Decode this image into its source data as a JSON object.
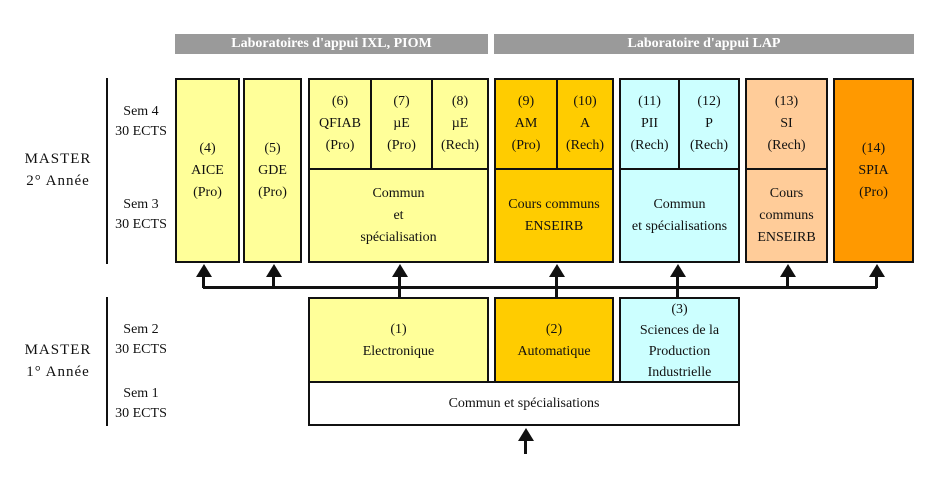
{
  "banners": {
    "left": "Laboratoires d'appui IXL, PIOM",
    "right": "Laboratoire d'appui LAP"
  },
  "master2": {
    "title_line1": "MASTER",
    "title_line2": "2° Année",
    "sem4": "Sem 4",
    "sem4_ects": "30 ECTS",
    "sem3": "Sem 3",
    "sem3_ects": "30 ECTS"
  },
  "master1": {
    "title_line1": "MASTER",
    "title_line2": "1° Année",
    "sem2": "Sem 2",
    "sem2_ects": "30 ECTS",
    "sem1": "Sem 1",
    "sem1_ects": "30 ECTS"
  },
  "boxes": {
    "b4": [
      "(4)",
      "AICE",
      "(Pro)"
    ],
    "b5": [
      "(5)",
      "GDE",
      "(Pro)"
    ],
    "b6": [
      "(6)",
      "QFIAB",
      "(Pro)"
    ],
    "b7": [
      "(7)",
      "µE",
      "(Pro)"
    ],
    "b8": [
      "(8)",
      "µE",
      "(Rech)"
    ],
    "b9": [
      "(9)",
      "AM",
      "(Pro)"
    ],
    "b10": [
      "(10)",
      "A",
      "(Rech)"
    ],
    "b11": [
      "(11)",
      "PII",
      "(Rech)"
    ],
    "b12": [
      "(12)",
      "P",
      "(Rech)"
    ],
    "b13": [
      "(13)",
      "SI",
      "(Rech)"
    ],
    "b14": [
      "(14)",
      "SPIA",
      "(Pro)"
    ],
    "commun_et_spec": [
      "Commun",
      "et",
      "spécialisation"
    ],
    "cours_enseirb_a": [
      "Cours communs",
      "ENSEIRB"
    ],
    "commun_spec_c": [
      "Commun",
      "et spécialisations"
    ],
    "cours_enseirb_b": [
      "Cours",
      "communs",
      "ENSEIRB"
    ],
    "b1": [
      "(1)",
      "Electronique"
    ],
    "b2": [
      "(2)",
      "Automatique"
    ],
    "b3": [
      "(3)",
      "Sciences de la",
      "Production",
      "Industrielle"
    ],
    "sem1_common": "Commun et spécialisations"
  },
  "colors": {
    "yellow": "#ffff99",
    "gold": "#ffcc00",
    "cyan": "#ccffff",
    "peach": "#ffcc99",
    "orange": "#ff9900",
    "banner": "#9a9a9a"
  }
}
